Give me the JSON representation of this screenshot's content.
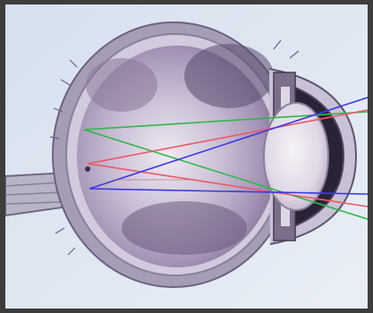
{
  "image": {
    "subject": "eye-cross-section",
    "palette": {
      "frame": "#3d3d3d",
      "background": "#dfe7f2",
      "sclera": "#9c93aa",
      "interior": "#b8aac4",
      "lens": "#e8e2ee",
      "ray_green": "#2fb84a",
      "ray_red": "#e85a6a",
      "ray_blue": "#3a3ae0"
    },
    "rays": [
      {
        "color_key": "ray_green",
        "name": "green"
      },
      {
        "color_key": "ray_red",
        "name": "red"
      },
      {
        "color_key": "ray_blue",
        "name": "blue"
      }
    ]
  }
}
